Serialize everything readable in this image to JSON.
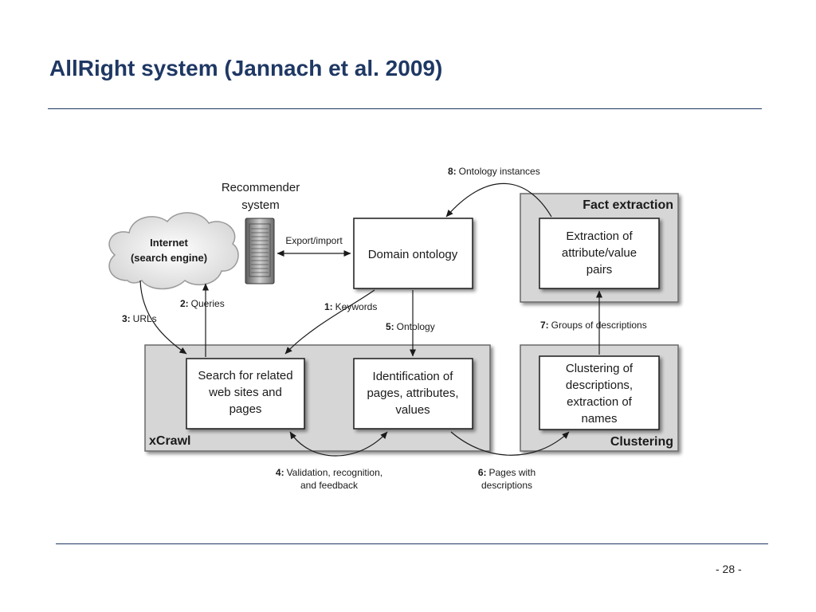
{
  "slide": {
    "title": "AllRight system (Jannach et al. 2009)",
    "page_number": "- 28 -"
  },
  "diagram": {
    "groups": {
      "xcrawl": "xCrawl",
      "fact_extraction": "Fact extraction",
      "clustering": "Clustering"
    },
    "nodes": {
      "internet": [
        "Internet",
        "(search engine)"
      ],
      "recommender": [
        "Recommender",
        "system"
      ],
      "domain_ontology": [
        "Domain ontology"
      ],
      "search": [
        "Search for related",
        "web sites and",
        "pages"
      ],
      "identification": [
        "Identification of",
        "pages, attributes,",
        "values"
      ],
      "extraction": [
        "Extraction of",
        "attribute/value",
        "pairs"
      ],
      "clustering_box": [
        "Clustering of",
        "descriptions,",
        "extraction of",
        "names"
      ]
    },
    "edges": {
      "export_import": "Export/import",
      "e1": {
        "num": "1:",
        "text": "Keywords"
      },
      "e2": {
        "num": "2:",
        "text": "Queries"
      },
      "e3": {
        "num": "3:",
        "text": "URLs"
      },
      "e4": {
        "num": "4:",
        "text": "Validation, recognition,",
        "text2": "and feedback"
      },
      "e5": {
        "num": "5:",
        "text": "Ontology"
      },
      "e6": {
        "num": "6:",
        "text": "Pages with",
        "text2": "descriptions"
      },
      "e7": {
        "num": "7:",
        "text": "Groups of descriptions"
      },
      "e8": {
        "num": "8:",
        "text": "Ontology instances"
      }
    }
  }
}
